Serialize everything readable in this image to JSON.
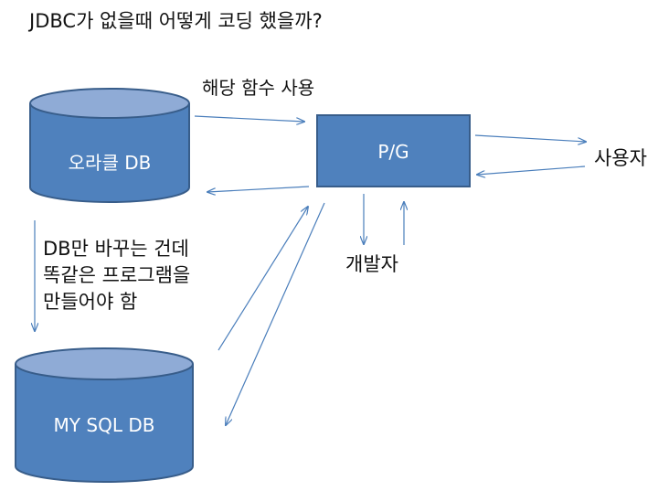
{
  "title": "JDBC가 없을때 어떻게 코딩 했을까?",
  "nodes": {
    "oracle_db": "오라클 DB",
    "mysql_db": "MY SQL DB",
    "pg": "P/G",
    "user": "사용자",
    "developer": "개발자"
  },
  "labels": {
    "use_function": "해당 함수 사용",
    "note_line1": "DB만 바꾸는 건데",
    "note_line2": "똑같은 프로그램을",
    "note_line3": "만들어야 함"
  },
  "colors": {
    "shape_fill": "#4f81bd",
    "shape_top": "#8fabd6",
    "shape_stroke": "#385d8a",
    "arrow": "#4a7ebb"
  }
}
